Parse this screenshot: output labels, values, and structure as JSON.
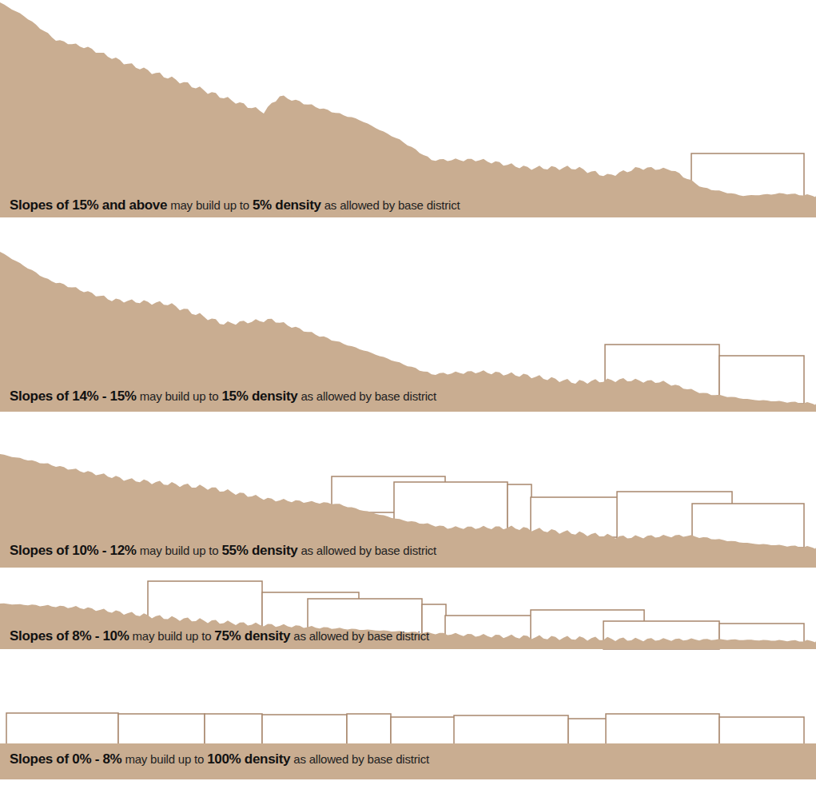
{
  "diagram": {
    "labels": [
      "Slopes of 15% and above",
      "may build up to",
      "5% density",
      "as allowed by base district",
      "Slopes of 14% - 15%",
      "may build up to",
      "15% density",
      "as allowed by base district",
      "Slopes of 10% - 12%",
      "may build up to",
      "55% density",
      "as allowed by base district",
      "Slopes of 8% - 10%",
      "may build up to",
      "75% density",
      "as allowed by base district",
      "Slopes of 0% - 8%",
      "may build up to",
      "100% density",
      "as allowed by base district"
    ]
  }
}
